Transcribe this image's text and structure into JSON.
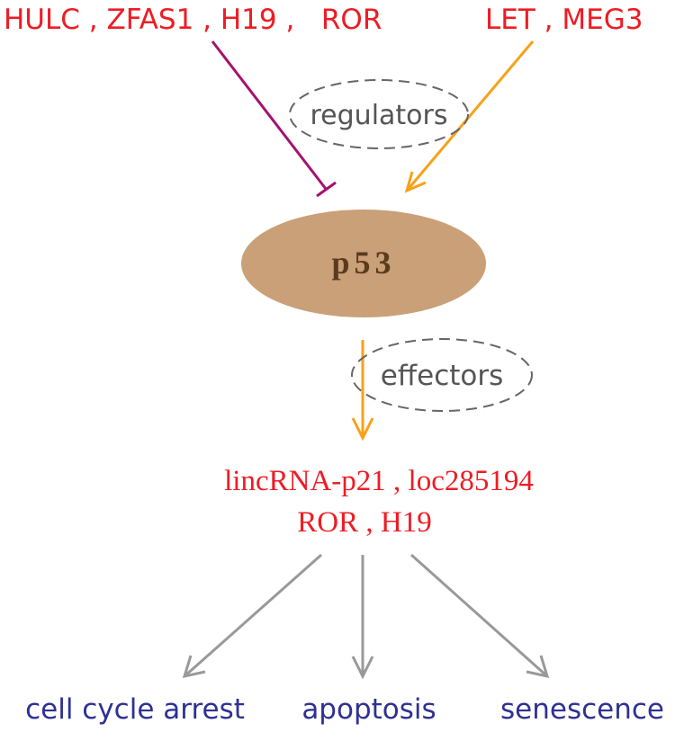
{
  "regulators": {
    "inhibitors_text": "HULC , ZFAS1 , H19 ,   ROR",
    "activators_text": "LET , MEG3",
    "label": "regulators"
  },
  "p53": {
    "label": "p53"
  },
  "effectors": {
    "label": "effectors",
    "line1": "lincRNA-p21 , loc285194",
    "line2": "ROR , H19"
  },
  "outcomes": {
    "cell_cycle_arrest": "cell cycle arrest",
    "apoptosis": "apoptosis",
    "senescence": "senescence"
  },
  "colors": {
    "gene_text": "#ee1c24",
    "outcome_text": "#2e3192",
    "inhibit_line": "#a5126d",
    "activate_line": "#f7a11a",
    "outcome_arrow": "#999999",
    "p53_fill": "#c9a077",
    "p53_text": "#5a3b1e",
    "label_text": "#555555",
    "dashed_ellipse": "#666666"
  }
}
